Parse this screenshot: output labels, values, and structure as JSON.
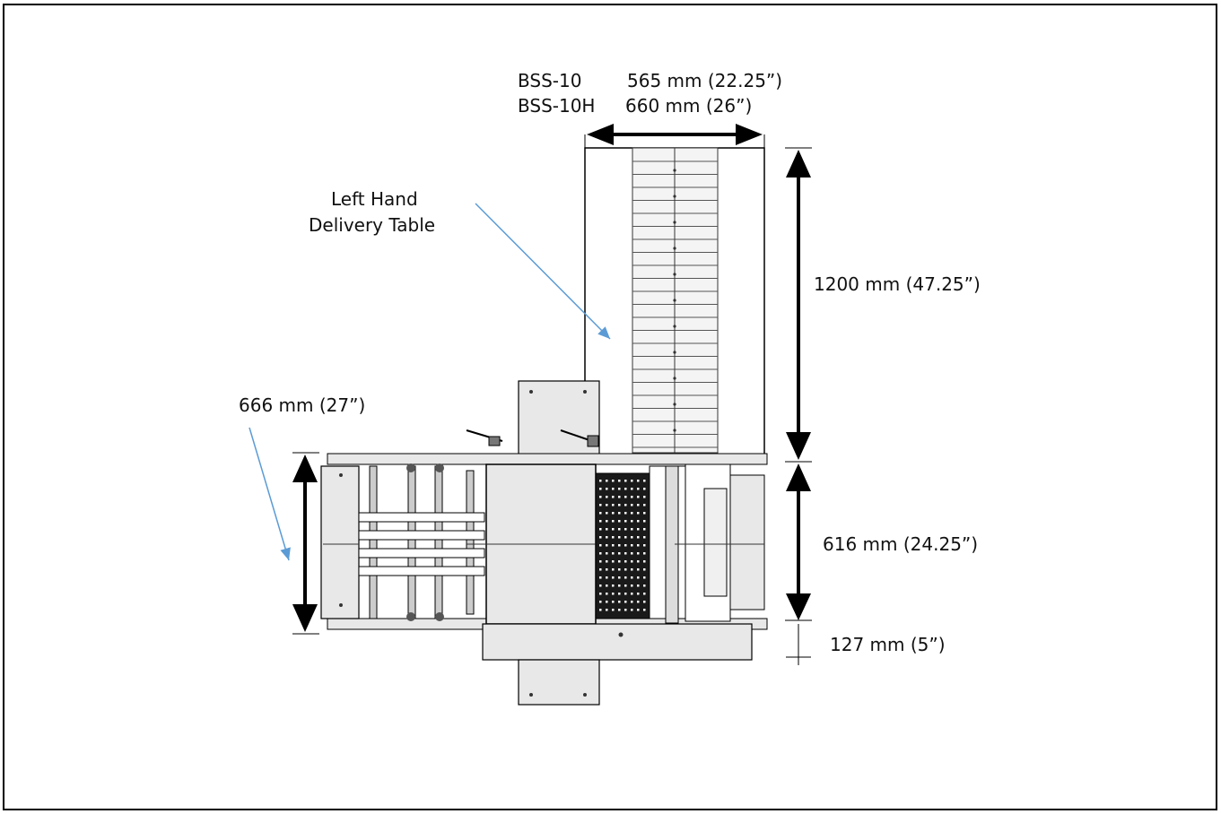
{
  "labels": {
    "model_a": "BSS-10",
    "model_a_width": "565 mm (22.25”)",
    "model_b": "BSS-10H",
    "model_b_width": "660 mm (26”)",
    "delivery_table_line1": "Left Hand",
    "delivery_table_line2": "Delivery Table",
    "dim_table_length": "1200 mm (47.25”)",
    "dim_feed_width": "666 mm (27”)",
    "dim_body_depth": "616 mm (24.25”)",
    "dim_offset": "127 mm (5”)"
  },
  "colors": {
    "outline": "#000000",
    "machine_fill": "#e8e8e8",
    "arrow_blue": "#5b9bd5"
  }
}
